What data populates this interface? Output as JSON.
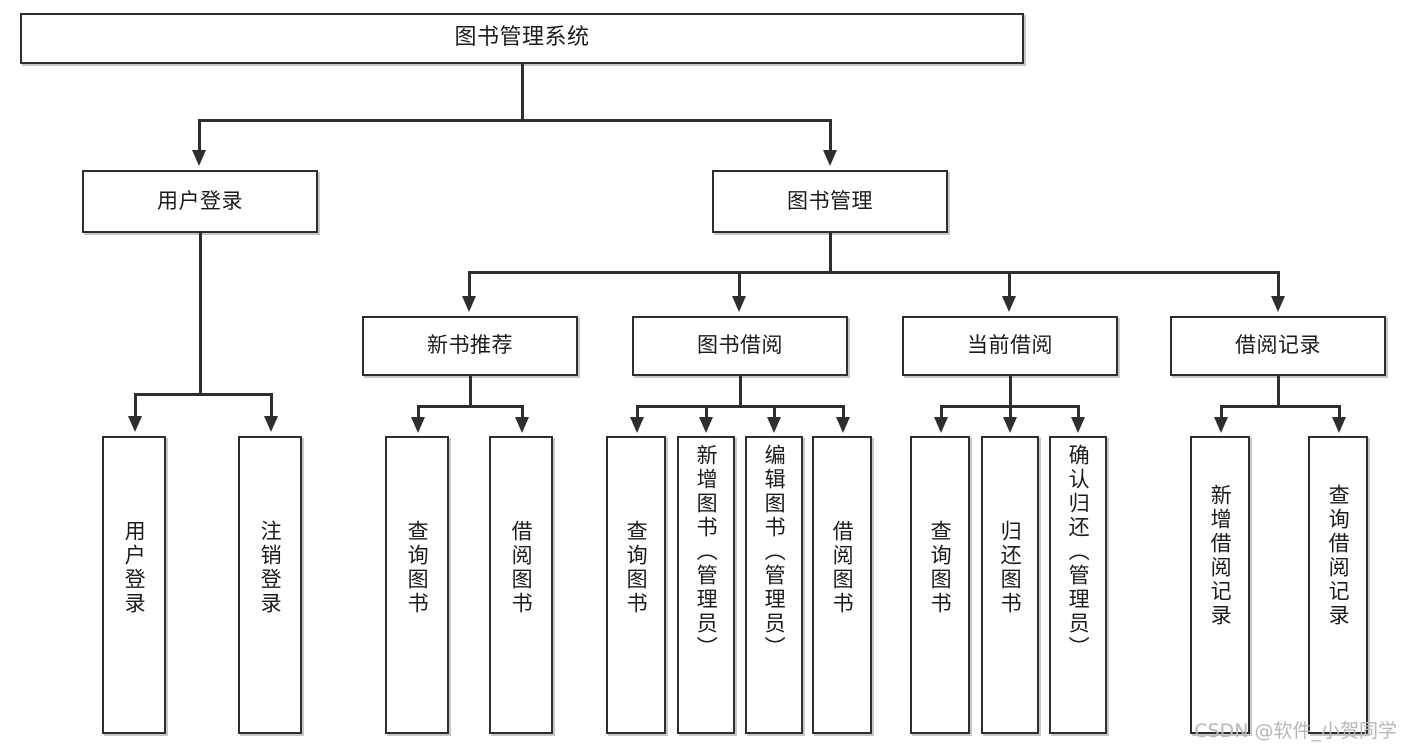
{
  "diagram": {
    "type": "tree-hierarchy",
    "title": "图书管理系统",
    "watermark": "CSDN @软件_小贺同学",
    "style": {
      "stroke": "#2e2e2e",
      "fill": "#ffffff",
      "text": "#1b1b1b",
      "watermark_color": "#b8b8b8"
    },
    "levels": [
      {
        "level": 1,
        "nodes": [
          {
            "id": "root",
            "label": "图书管理系统",
            "orientation": "horizontal"
          }
        ]
      },
      {
        "level": 2,
        "nodes": [
          {
            "id": "login",
            "label": "用户登录",
            "orientation": "horizontal",
            "parent": "root"
          },
          {
            "id": "bookmgmt",
            "label": "图书管理",
            "orientation": "horizontal",
            "parent": "root"
          }
        ]
      },
      {
        "level": 3,
        "nodes": [
          {
            "id": "newbook",
            "label": "新书推荐",
            "orientation": "horizontal",
            "parent": "bookmgmt"
          },
          {
            "id": "borrow",
            "label": "图书借阅",
            "orientation": "horizontal",
            "parent": "bookmgmt"
          },
          {
            "id": "current",
            "label": "当前借阅",
            "orientation": "horizontal",
            "parent": "bookmgmt"
          },
          {
            "id": "record",
            "label": "借阅记录",
            "orientation": "horizontal",
            "parent": "bookmgmt"
          }
        ]
      },
      {
        "level": 4,
        "nodes": [
          {
            "id": "leaf-1",
            "label": "用户登录",
            "orientation": "vertical",
            "parent": "login"
          },
          {
            "id": "leaf-2",
            "label": "注销登录",
            "orientation": "vertical",
            "parent": "login"
          },
          {
            "id": "leaf-3",
            "label": "查询图书",
            "orientation": "vertical",
            "parent": "newbook"
          },
          {
            "id": "leaf-4",
            "label": "借阅图书",
            "orientation": "vertical",
            "parent": "newbook"
          },
          {
            "id": "leaf-5",
            "label": "查询图书",
            "orientation": "vertical",
            "parent": "borrow"
          },
          {
            "id": "leaf-6",
            "label": "新增图书（管理员）",
            "orientation": "vertical",
            "parent": "borrow"
          },
          {
            "id": "leaf-7",
            "label": "编辑图书（管理员）",
            "orientation": "vertical",
            "parent": "borrow"
          },
          {
            "id": "leaf-8",
            "label": "借阅图书",
            "orientation": "vertical",
            "parent": "borrow"
          },
          {
            "id": "leaf-9",
            "label": "查询图书",
            "orientation": "vertical",
            "parent": "current"
          },
          {
            "id": "leaf-10",
            "label": "归还图书",
            "orientation": "vertical",
            "parent": "current"
          },
          {
            "id": "leaf-11",
            "label": "确认归还（管理员）",
            "orientation": "vertical",
            "parent": "current"
          },
          {
            "id": "leaf-12",
            "label": "新增借阅记录",
            "orientation": "vertical",
            "parent": "record"
          },
          {
            "id": "leaf-13",
            "label": "查询借阅记录",
            "orientation": "vertical",
            "parent": "record"
          }
        ]
      }
    ]
  },
  "nodes": {
    "root": {
      "label": "图书管理系统"
    },
    "login": {
      "label": "用户登录"
    },
    "bookmgmt": {
      "label": "图书管理"
    },
    "newbook": {
      "label": "新书推荐"
    },
    "borrow": {
      "label": "图书借阅"
    },
    "current": {
      "label": "当前借阅"
    },
    "record": {
      "label": "借阅记录"
    },
    "leaf1": {
      "label": "用户登录"
    },
    "leaf2": {
      "label": "注销登录"
    },
    "leaf3": {
      "label": "查询图书"
    },
    "leaf4": {
      "label": "借阅图书"
    },
    "leaf5": {
      "label": "查询图书"
    },
    "leaf6": {
      "label": "新增图书（管理员）"
    },
    "leaf7": {
      "label": "编辑图书（管理员）"
    },
    "leaf8": {
      "label": "借阅图书"
    },
    "leaf9": {
      "label": "查询图书"
    },
    "leaf10": {
      "label": "归还图书"
    },
    "leaf11": {
      "label": "确认归还（管理员）"
    },
    "leaf12": {
      "label": "新增借阅记录"
    },
    "leaf13": {
      "label": "查询借阅记录"
    }
  },
  "watermark": {
    "text": "CSDN @软件_小贺同学"
  }
}
